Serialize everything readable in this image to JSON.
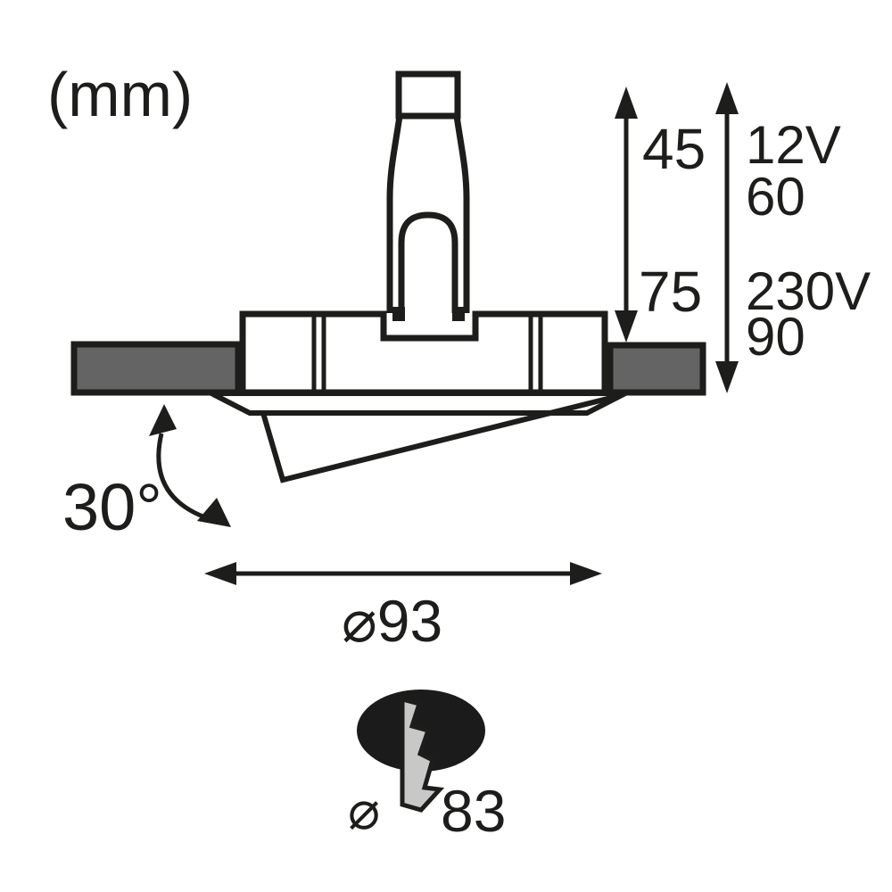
{
  "unit_label": "(mm)",
  "drawing": {
    "type": "recessed-spotlight-dimension-drawing",
    "annotations": {
      "depth_inner": "45",
      "depth_outer": "75",
      "variant_12v_voltage": "12V",
      "variant_12v_height": "60",
      "variant_230v_voltage": "230V",
      "variant_230v_height": "90",
      "tilt_angle": "30°",
      "outer_diameter": "⌀93",
      "cutout_diameter_symbol": "⌀",
      "cutout_diameter_value": "83"
    },
    "colors": {
      "line": "#1d1d1b",
      "ceiling_panel_gray": "#646464",
      "bolt_gray": "#c8c8c8",
      "hole_black": "#1b1b1b",
      "background": "#ffffff"
    }
  }
}
